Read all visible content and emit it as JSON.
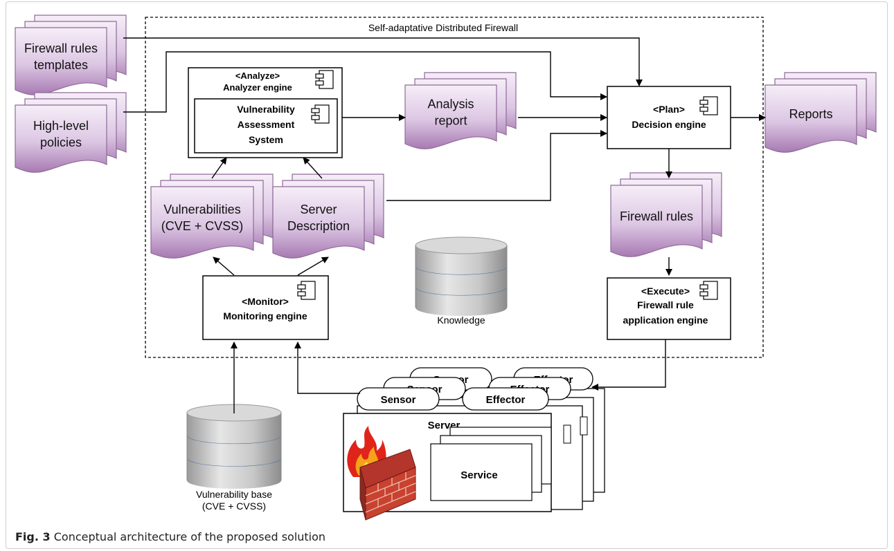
{
  "boundary": {
    "title": "Self-adaptative Distributed Firewall"
  },
  "documents": {
    "firewall_templates": [
      "Firewall rules",
      "templates"
    ],
    "high_level_policies": [
      "High-level",
      "policies"
    ],
    "analysis_report": [
      "Analysis",
      "report"
    ],
    "reports": [
      "Reports"
    ],
    "firewall_rules": [
      "Firewall rules"
    ],
    "vulnerabilities": [
      "Vulnerabilities",
      "(CVE + CVSS)"
    ],
    "server_description": [
      "Server",
      "Description"
    ]
  },
  "components": {
    "analyzer": {
      "stereotype": "<Analyze>",
      "name": "Analyzer engine"
    },
    "vas": [
      "Vulnerability",
      "Assessment",
      "System"
    ],
    "plan": {
      "stereotype": "<Plan>",
      "name": "Decision engine"
    },
    "monitor": {
      "stereotype": "<Monitor>",
      "name": "Monitoring engine"
    },
    "execute": {
      "stereotype": "<Execute>",
      "name": [
        "Firewall rule",
        "application engine"
      ]
    }
  },
  "databases": {
    "knowledge": [
      "Knowledge"
    ],
    "vulnerability_base": [
      "Vulnerability base",
      "(CVE + CVSS)"
    ]
  },
  "server_cluster": {
    "sensor_label": "Sensor",
    "effector_label": "Effector",
    "server_label": "Server",
    "service_label": "Service"
  },
  "caption": {
    "label": "Fig. 3",
    "text": "Conceptual architecture of the proposed solution"
  },
  "colors": {
    "document_fill_top": "#f4eaf6",
    "document_fill_bottom": "#a77ab2",
    "document_stroke": "#8e6a98",
    "db_band": "#6a8fc0"
  }
}
